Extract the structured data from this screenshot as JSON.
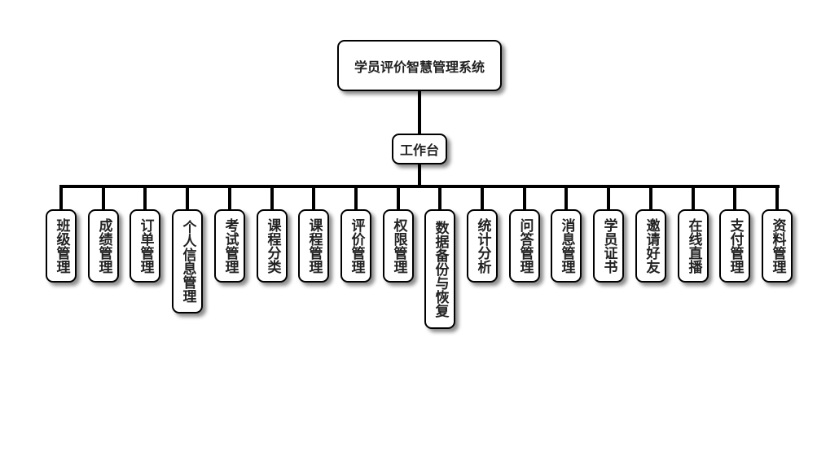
{
  "root": {
    "label": "学员评价智慧管理系统"
  },
  "hub": {
    "label": "工作台"
  },
  "modules": [
    {
      "label": "班级管理"
    },
    {
      "label": "成绩管理"
    },
    {
      "label": "订单管理"
    },
    {
      "label": "个人信息管理"
    },
    {
      "label": "考试管理"
    },
    {
      "label": "课程分类"
    },
    {
      "label": "课程管理"
    },
    {
      "label": "评价管理"
    },
    {
      "label": "权限管理"
    },
    {
      "label": "数据备份与恢复"
    },
    {
      "label": "统计分析"
    },
    {
      "label": "问答管理"
    },
    {
      "label": "消息管理"
    },
    {
      "label": "学员证书"
    },
    {
      "label": "邀请好友"
    },
    {
      "label": "在线直播"
    },
    {
      "label": "支付管理"
    },
    {
      "label": "资料管理"
    }
  ]
}
